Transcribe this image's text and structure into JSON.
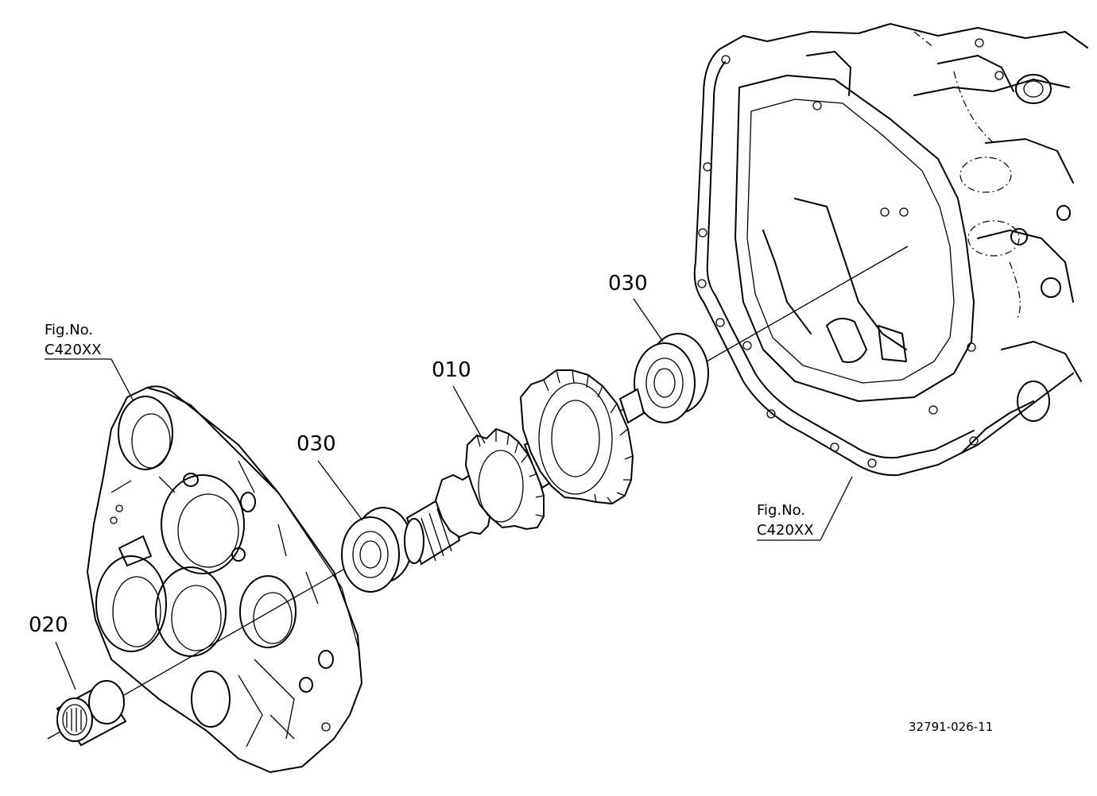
{
  "callouts": {
    "gear_shaft": "010",
    "needle_bearing": "020",
    "ball_bearing_left": "030",
    "ball_bearing_right": "030"
  },
  "fig_refs": {
    "cover_fig_label": "Fig.No.",
    "cover_fig_code": "C420XX",
    "case_fig_label": "Fig.No.",
    "case_fig_code": "C420XX"
  },
  "drawing_number": "32791-026-11"
}
